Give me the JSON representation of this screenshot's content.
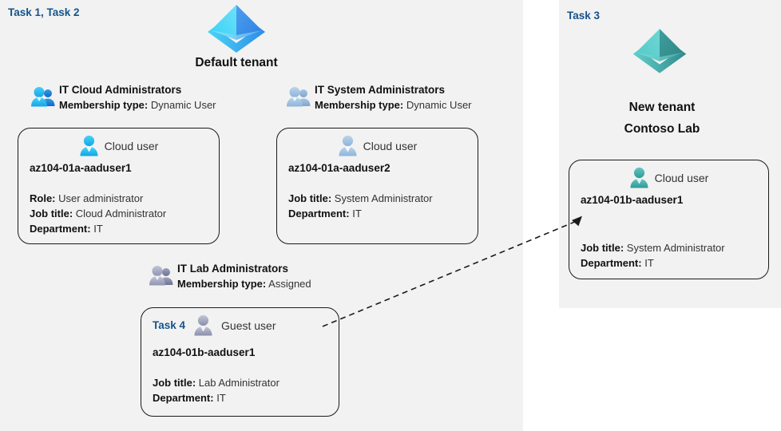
{
  "panels": {
    "left": {
      "task_label": "Task 1, Task 2"
    },
    "right": {
      "task_label": "Task 3"
    }
  },
  "tenants": [
    {
      "name": "default-tenant",
      "icon": "azure-ad-tenant-icon",
      "title": "Default tenant",
      "color": "#3fa9f5"
    },
    {
      "name": "new-tenant",
      "icon": "azure-ad-tenant-icon",
      "title_line1": "New  tenant",
      "title_line2": "Contoso Lab",
      "color": "#4bb8b8"
    }
  ],
  "groups": [
    {
      "id": "it-cloud-administrators",
      "icon": "group-users-icon",
      "name": "IT Cloud Administrators",
      "meta_label": "Membership type:",
      "meta_value": "Dynamic User"
    },
    {
      "id": "it-system-administrators",
      "icon": "group-users-icon",
      "name": "IT System Administrators",
      "meta_label": "Membership type:",
      "meta_value": "Dynamic User"
    },
    {
      "id": "it-lab-administrators",
      "icon": "group-users-icon",
      "name": "IT Lab Administrators",
      "meta_label": "Membership type:",
      "meta_value": "Assigned"
    }
  ],
  "cards": [
    {
      "id": "az104-01a-aaduser1",
      "task": null,
      "user_type": "Cloud user",
      "icon": "cloud-user-icon",
      "username": "az104-01a-aaduser1",
      "props": [
        {
          "label": "Role:",
          "value": "User administrator"
        },
        {
          "label": "Job title:",
          "value": "Cloud Administrator"
        },
        {
          "label": "Department:",
          "value": "IT"
        }
      ]
    },
    {
      "id": "az104-01a-aaduser2",
      "task": null,
      "user_type": "Cloud user",
      "icon": "cloud-user-icon",
      "username": "az104-01a-aaduser2",
      "props": [
        {
          "label": "Job title:",
          "value": "System Administrator"
        },
        {
          "label": "Department:",
          "value": "IT"
        }
      ]
    },
    {
      "id": "az104-01b-aaduser1-guest",
      "task": "Task 4",
      "user_type": "Guest user",
      "icon": "guest-user-icon",
      "username": "az104-01b-aaduser1",
      "props": [
        {
          "label": "Job title:",
          "value": "Lab Administrator"
        },
        {
          "label": "Department:",
          "value": "IT"
        }
      ]
    },
    {
      "id": "az104-01b-aaduser1-cloud",
      "task": null,
      "user_type": "Cloud user",
      "icon": "cloud-user-icon",
      "username": "az104-01b-aaduser1",
      "props": [
        {
          "label": "Job title:",
          "value": "System Administrator"
        },
        {
          "label": "Department:",
          "value": "IT"
        }
      ]
    }
  ],
  "connector": {
    "name": "guest-invite-arrow",
    "style": "dashed",
    "from": "az104-01b-aaduser1-guest",
    "to": "az104-01b-aaduser1-cloud"
  },
  "colors": {
    "task_blue": "#14538c",
    "panel_bg": "#f2f2f2",
    "page_bg": "#ffffff",
    "card_border": "#1a1a1a",
    "tenant_blue": "#3fa9f5",
    "tenant_teal": "#4bb8b8"
  }
}
